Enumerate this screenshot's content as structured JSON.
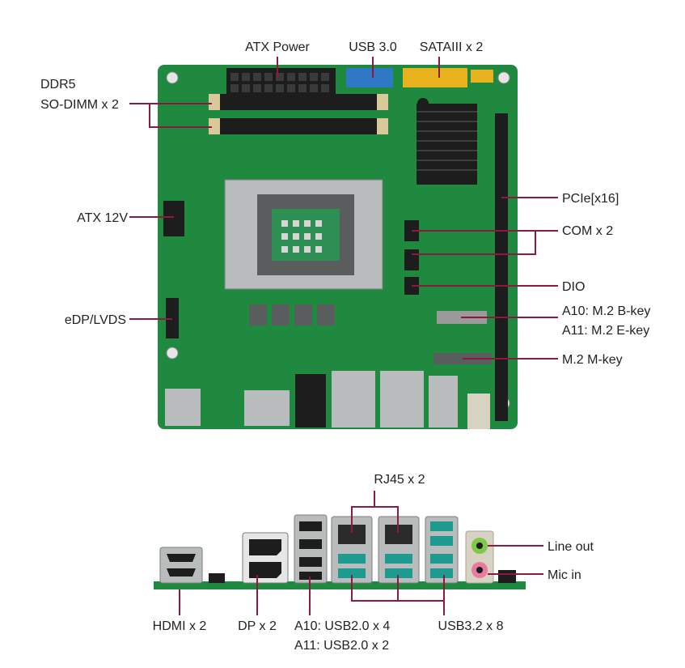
{
  "colors": {
    "line": "#8b1a3c",
    "pcb": "#1f8a3f",
    "pcb_dark": "#17692f",
    "metal": "#b9bcbd",
    "black": "#1d1d1d",
    "usb3_blue": "#2f78c4",
    "usb32_teal": "#1f9a8e",
    "sata_yellow": "#e8b21e",
    "audio_green": "#7ec84a",
    "audio_pink": "#e87aa2"
  },
  "board_labels": {
    "atx_power": "ATX Power",
    "usb30": "USB 3.0",
    "sata": "SATAIII x 2",
    "ddr5_line1": "DDR5",
    "ddr5_line2": "SO-DIMM x 2",
    "atx12v": "ATX 12V",
    "pcie": "PCIe[x16]",
    "com": "COM x 2",
    "dio": "DIO",
    "a10_m2": "A10: M.2 B-key",
    "a11_m2": "A11: M.2 E-key",
    "edp": "eDP/LVDS",
    "m2m": "M.2 M-key"
  },
  "io_labels": {
    "rj45": "RJ45 x 2",
    "lineout": "Line out",
    "micin": "Mic in",
    "hdmi": "HDMI x 2",
    "dp": "DP x 2",
    "a10_usb": "A10: USB2.0 x 4",
    "a11_usb": "A11: USB2.0 x 2",
    "usb32": "USB3.2 x 8"
  }
}
